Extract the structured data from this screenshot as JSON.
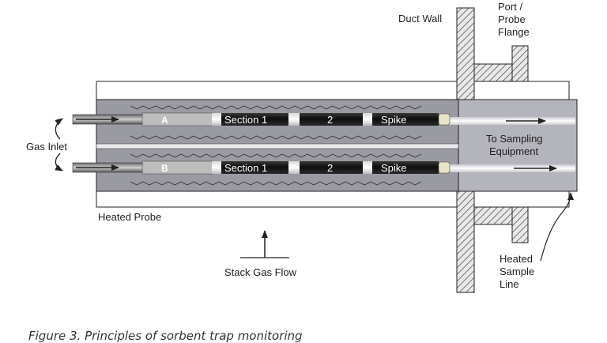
{
  "labels": {
    "duct_wall": "Duct Wall",
    "port_flange": [
      "Port /",
      "Probe",
      "Flange"
    ],
    "gas_inlet": "Gas Inlet",
    "tube_a": "A",
    "tube_b": "B",
    "section_1": "Section 1",
    "section_2": "2",
    "spike": "Spike",
    "to_sampling": [
      "To Sampling",
      "Equipment"
    ],
    "heated_probe": "Heated Probe",
    "stack_gas_flow": "Stack Gas Flow",
    "heated_sample_line": [
      "Heated",
      "Sample",
      "Line"
    ]
  },
  "caption": "Figure 3. Principles of sorbent trap monitoring",
  "colors": {
    "probe_fill": "#9a9aa2",
    "chamber_fill": "#b4b4bc",
    "tube_dark": "#1a1a1a",
    "line": "#222222",
    "hatch": "#555555"
  }
}
